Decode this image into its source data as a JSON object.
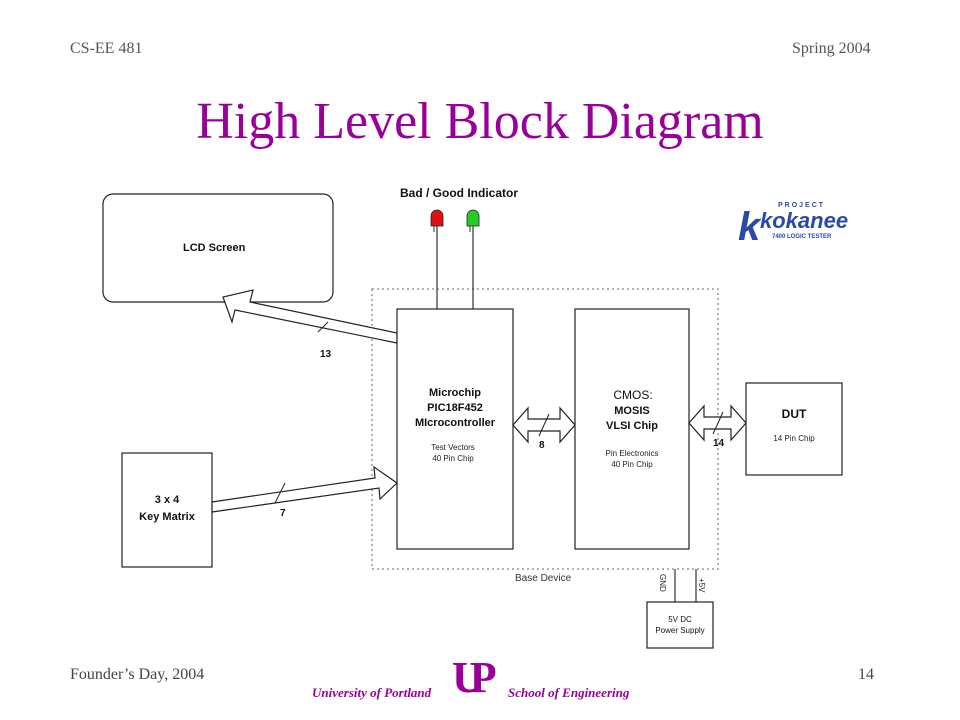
{
  "header": {
    "course": "CS-EE 481",
    "term": "Spring 2004"
  },
  "title": "High Level Block Diagram",
  "diagram": {
    "indicator_label": "Bad / Good Indicator",
    "led_red_color": "#dd1111",
    "led_green_color": "#22cc22",
    "lcd_label": "LCD Screen",
    "key_matrix_line1": "3 x 4",
    "key_matrix_line2": "Key Matrix",
    "micro_line1": "Microchip",
    "micro_line2": "PIC18F452",
    "micro_line3": "MIcrocontroller",
    "micro_sub1": "Test Vectors",
    "micro_sub2": "40 Pin Chip",
    "cmos_line1": "CMOS:",
    "cmos_line2": "MOSIS",
    "cmos_line3": "VLSI Chip",
    "cmos_sub1": "Pin Electronics",
    "cmos_sub2": "40 Pin Chip",
    "dut_label": "DUT",
    "dut_sub": "14 Pin Chip",
    "bus_lcd": "13",
    "bus_key": "7",
    "bus_micro_cmos": "8",
    "bus_cmos_dut": "14",
    "base_device_label": "Base Device",
    "gnd_label": "GND",
    "vplus_label": "+5V",
    "psu_line1": "5V DC",
    "psu_line2": "Power Supply"
  },
  "logo": {
    "project": "PROJECT",
    "name": "kokanee",
    "tagline": "7400 LOGIC TESTER",
    "color": "#2a4aa8"
  },
  "footer": {
    "event": "Founder’s Day, 2004",
    "page": "14",
    "university": "University of Portland",
    "school": "School of Engineering",
    "up_letters": "UP",
    "brand_color": "#990099"
  }
}
